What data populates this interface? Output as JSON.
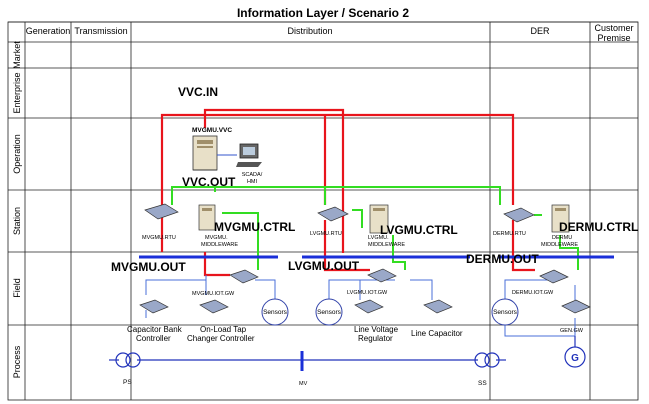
{
  "title": "Information Layer / Scenario 2",
  "columns": {
    "generation": "Generation",
    "transmission": "Transmission",
    "distribution": "Distribution",
    "der": "DER",
    "customer_line1": "Customer",
    "customer_line2": "Premise"
  },
  "rows": {
    "market": "Market",
    "enterprise": "Enterprise",
    "operation": "Operation",
    "station": "Station",
    "field": "Field",
    "process": "Process"
  },
  "labels": {
    "vvc_in": "VVC.IN",
    "vvc_out": "VVC.OUT",
    "mvgmu_vvc": "MVGMU.VVC",
    "scada_1": "SCADA/",
    "scada_2": "HMI",
    "mvgmu_rtu": "MVGMU.RTU",
    "mvgmu_mw_1": "MVGMU.",
    "mvgmu_mw_2": "MIDDLEWARE",
    "mvgmu_ctrl": "MVGMU.CTRL",
    "lvgmu_rtu": "LVGMU.RTU",
    "lvgmu_mw_1": "LVGMU.",
    "lvgmu_mw_2": "MIDDLEWARE",
    "lvgmu_ctrl": "LVGMU.CTRL",
    "dermu_rtu": "DERMU.RTU",
    "dermu_mw_1": "DERMU",
    "dermu_mw_2": "MIDDLEWARE",
    "dermu_ctrl": "DERMU.CTRL",
    "mvgmu_out": "MVGMU.OUT",
    "lvgmu_out": "LVGMU.OUT",
    "dermu_out": "DERMU.OUT",
    "mvgmu_gw": "MVGMU.IOT.GW",
    "lvgmu_gw": "LVGMU.IOT.GW",
    "dermu_gw": "DERMU.IOT.GW",
    "sensors_1": "Sensors",
    "sensors_2": "Sensors",
    "sensors_3": "Sensors",
    "capbank_1": "Capacitor Bank",
    "capbank_2": "Controller",
    "oltc_1": "On-Load Tap",
    "oltc_2": "Changer Controller",
    "lvreg_1": "Line Voltage",
    "lvreg_2": "Regulator",
    "line_cap": "Line Capacitor",
    "gen_gw": "GEN.GW",
    "gen_symbol": "G",
    "ps": "PS",
    "mv": "MV",
    "ss": "SS"
  },
  "colors": {
    "grid": "#222222",
    "red_link": "#e8141c",
    "green_link": "#33dd22",
    "blue_bus": "#1a2fd8",
    "process_line": "#2233bb"
  }
}
